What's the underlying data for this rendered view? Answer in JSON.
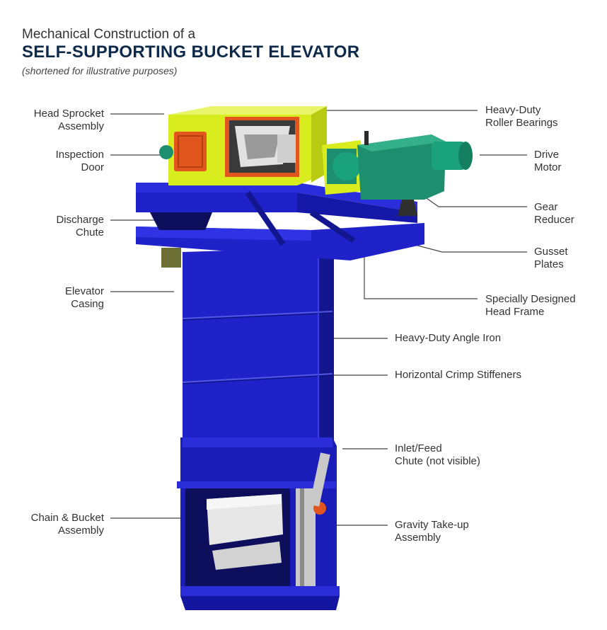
{
  "header": {
    "pretitle": "Mechanical Construction of a",
    "title": "SELF-SUPPORTING BUCKET ELEVATOR",
    "subtitle": "(shortened for illustrative purposes)"
  },
  "colors": {
    "casing_blue": "#1f22c8",
    "casing_dark": "#11137a",
    "hood_yellow": "#d8ec1e",
    "door_orange": "#e0561c",
    "gear_green": "#1e8f6e",
    "bucket_white": "#e7e7e7",
    "leader_line": "#444444"
  },
  "callouts": {
    "head_sprocket": {
      "line1": "Head Sprocket",
      "line2": "Assembly"
    },
    "inspection_door": {
      "line1": "Inspection",
      "line2": "Door"
    },
    "discharge_chute": {
      "line1": "Discharge",
      "line2": "Chute"
    },
    "elevator_casing": {
      "line1": "Elevator",
      "line2": "Casing"
    },
    "chain_bucket": {
      "line1": "Chain & Bucket",
      "line2": "Assembly"
    },
    "roller_bearings": {
      "line1": "Heavy-Duty",
      "line2": "Roller Bearings"
    },
    "drive_motor": {
      "line1": "Drive",
      "line2": "Motor"
    },
    "gear_reducer": {
      "line1": "Gear",
      "line2": "Reducer"
    },
    "gusset_plates": {
      "line1": "Gusset",
      "line2": "Plates"
    },
    "head_frame": {
      "line1": "Specially Designed",
      "line2": "Head Frame"
    },
    "angle_iron": {
      "line1": "Heavy-Duty Angle Iron"
    },
    "crimp_stiffeners": {
      "line1": "Horizontal Crimp Stiffeners"
    },
    "inlet_chute": {
      "line1": "Inlet/Feed",
      "line2": "Chute (not visible)"
    },
    "takeup": {
      "line1": "Gravity Take-up",
      "line2": "Assembly"
    }
  }
}
